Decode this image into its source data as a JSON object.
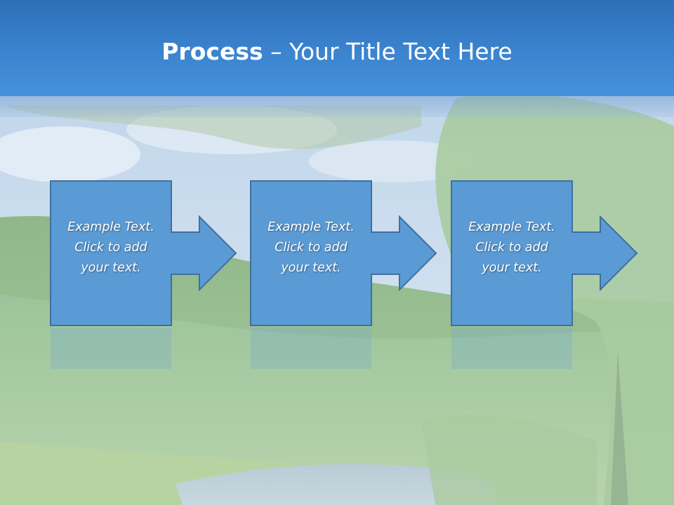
{
  "slide": {
    "title_bold": "Process",
    "title_rest": " – Your Title Text Here"
  },
  "steps": [
    {
      "line1": "Example Text.",
      "line2": "Click  to add",
      "line3": "your text."
    },
    {
      "line1": "Example Text.",
      "line2": "Click  to add",
      "line3": "your text."
    },
    {
      "line1": "Example Text.",
      "line2": "Click  to add",
      "line3": "your text."
    }
  ],
  "colors": {
    "title_bar": "#3b84cf",
    "box_fill": "#5b9bd5",
    "box_stroke": "#3f6f9f"
  }
}
